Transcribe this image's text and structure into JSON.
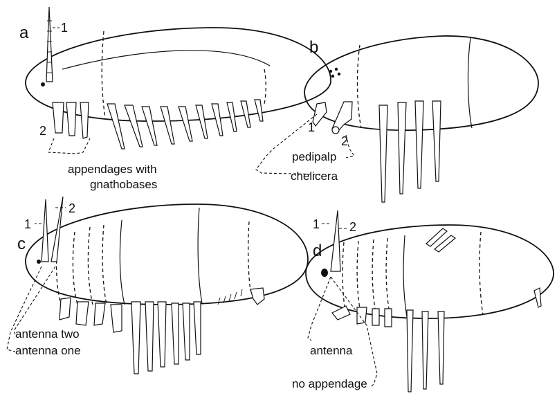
{
  "panels": {
    "a": {
      "letter": "a",
      "num1": "1",
      "num2": "2",
      "caption_line1": "appendages with",
      "caption_line2": "gnathobases"
    },
    "b": {
      "letter": "b",
      "num1": "1",
      "num2": "2",
      "label_pedipalp": "pedipalp",
      "label_chelicera": "chelicera"
    },
    "c": {
      "letter": "c",
      "num1": "1",
      "num2": "2",
      "label_antenna_two": "antenna two",
      "label_antenna_one": "antenna one"
    },
    "d": {
      "letter": "d",
      "num1": "1",
      "num2": "2",
      "label_antenna": "antenna",
      "label_no_appendage": "no appendage"
    }
  },
  "colors": {
    "ink": "#111111",
    "paper": "#ffffff"
  }
}
